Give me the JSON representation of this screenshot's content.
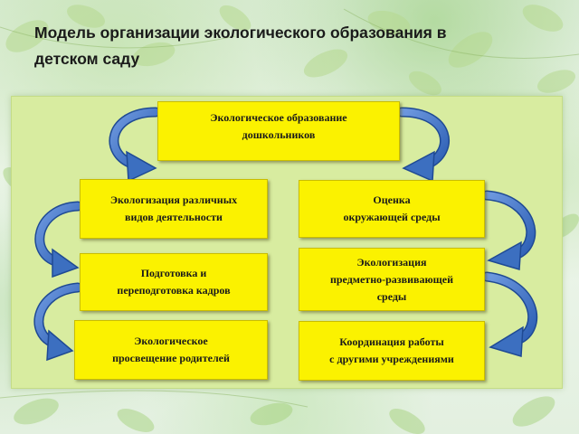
{
  "slide": {
    "title": "Модель организации  экологического образования в детском саду"
  },
  "diagram": {
    "top": {
      "lines": [
        "Экологическое образование",
        "дошкольников"
      ]
    },
    "left": [
      {
        "lines": [
          "Экологизация различных",
          "видов деятельности"
        ]
      },
      {
        "lines": [
          "Подготовка и",
          "переподготовка кадров"
        ]
      },
      {
        "lines": [
          "Экологическое",
          "просвещение родителей"
        ]
      }
    ],
    "right": [
      {
        "lines": [
          "Оценка",
          "окружающей среды"
        ]
      },
      {
        "lines": [
          "Экологизация",
          "предметно-развивающей",
          "среды"
        ]
      },
      {
        "lines": [
          "Координация работы",
          "с другими учреждениями"
        ]
      }
    ]
  },
  "colors": {
    "panel": "#d8eca0",
    "box": "#fbf200",
    "arrow": "#3c6fc0",
    "arrow_dark": "#1f4a94"
  }
}
